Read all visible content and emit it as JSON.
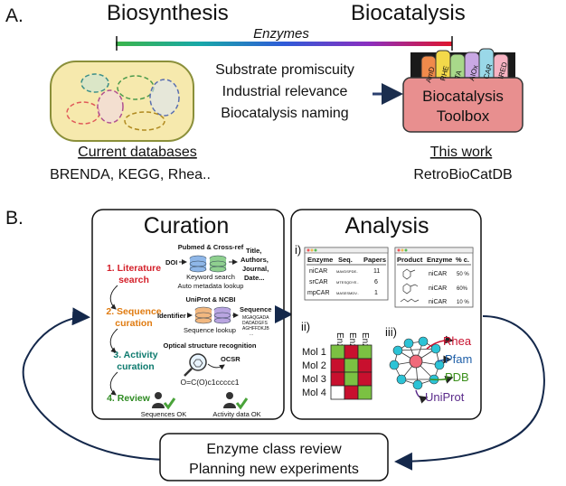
{
  "panelA": {
    "label": "A.",
    "left_title": "Biosynthesis",
    "right_title": "Biocatalysis",
    "gradient_label": "Enzymes",
    "criteria": [
      "Substrate promiscuity",
      "Industrial relevance",
      "Biocatalysis naming"
    ],
    "toolbox_title": [
      "Biocatalysis",
      "Toolbox"
    ],
    "toolbox_tags": [
      "AmD",
      "RHE",
      "TA",
      "AIOx",
      "CAR",
      "IRED"
    ],
    "current_db_title": "Current databases",
    "current_db_list": "BRENDA, KEGG, Rhea..",
    "this_work_title": "This work",
    "this_work_name": "RetroBioCatDB"
  },
  "panelB": {
    "label": "B.",
    "curation": {
      "title": "Curation",
      "steps": [
        {
          "text": [
            "1. Literature",
            "search"
          ],
          "color": "#d4202a"
        },
        {
          "text": [
            "2. Sequence",
            "curation"
          ],
          "color": "#e07b10"
        },
        {
          "text": [
            "3. Activity",
            "curation"
          ],
          "color": "#0d7a6e"
        },
        {
          "text": [
            "4. Review"
          ],
          "color": "#2e8b22"
        }
      ],
      "pubmed_title": "Pubmed & Cross-ref",
      "doi": "DOI",
      "pubmed_out": [
        "Title,",
        "Authors,",
        "Journal,",
        "Date..."
      ],
      "pubmed_sub": [
        "Keyword search",
        "Auto metadata lookup"
      ],
      "uniprot_title": "UniProt & NCBI",
      "identifier": "Identifier",
      "sequence_label": "Sequence",
      "sequence_text": [
        "MGAQGADA",
        "DADADGFS",
        "AGHFFDKJB",
        "..."
      ],
      "sequence_sub": "Sequence lookup",
      "ocsr_title": "Optical structure recognition",
      "ocsr": "OCSR",
      "smiles": "O=C(O)c1ccccc1",
      "ok_left": "Sequences OK",
      "ok_right": "Activity data OK"
    },
    "analysis": {
      "title": "Analysis",
      "sub_i": "i)",
      "sub_ii": "ii)",
      "sub_iii": "iii)",
      "table1": {
        "headers": [
          "Enzyme",
          "Seq.",
          "Papers"
        ],
        "rows": [
          [
            "niCAR",
            "MAVDSPDE..",
            "11"
          ],
          [
            "srCAR",
            "MTESQDYE..",
            "6"
          ],
          [
            "mpCAR",
            "MASESMDV..",
            "1"
          ]
        ]
      },
      "table2": {
        "headers": [
          "Product",
          "Enzyme",
          "% c."
        ],
        "rows": [
          [
            "",
            "niCAR",
            "50 %"
          ],
          [
            "",
            "niCAR",
            "60%"
          ],
          [
            "",
            "niCAR",
            "10 %"
          ]
        ]
      },
      "matrix_cols": [
        "Enz 1",
        "Enz 2",
        "Enz 3"
      ],
      "matrix_rows": [
        "Mol 1",
        "Mol 2",
        "Mol 3",
        "Mol 4"
      ],
      "matrix_values": [
        [
          "green",
          "red",
          "green"
        ],
        [
          "red",
          "green",
          "red"
        ],
        [
          "red",
          "green",
          "red"
        ],
        [
          "white",
          "red",
          "green"
        ]
      ],
      "matrix_colors": {
        "green": "#7bc142",
        "red": "#c8102e",
        "white": "#ffffff"
      },
      "network_labels": [
        {
          "text": "Rhea",
          "color": "#c8102e"
        },
        {
          "text": "Pfam",
          "color": "#1f5fa8"
        },
        {
          "text": "PDB",
          "color": "#3a8f1a"
        },
        {
          "text": "UniProt",
          "color": "#5a2a8a"
        }
      ]
    },
    "review_box": [
      "Enzyme class review",
      "Planning new experiments"
    ]
  }
}
